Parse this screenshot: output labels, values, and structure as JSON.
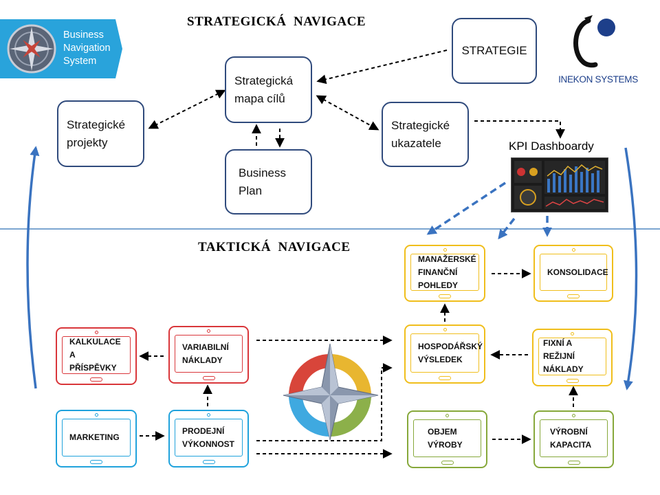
{
  "strategic": {
    "title": "STRATEGICKÁ  NAVIGACE",
    "boxes": {
      "projects": "Strategické\nprojekty",
      "map": "Strategická\nmapa cílů",
      "strategy": "STRATEGIE",
      "indicators": "Strategické\nukazatele",
      "business_plan": "Business\nPlan"
    },
    "kpi_label": "KPI Dashboardy"
  },
  "tactical": {
    "title": "TAKTICKÁ  NAVIGACE",
    "tablets": {
      "manager_views": "MANAŽERSKÉ\nFINANČNÍ\nPOHLEDY",
      "consolidation": "KONSOLIDACE",
      "costing": "KALKULACE\nA PŘÍSPĚVKY",
      "variable_costs": "VARIABILNÍ\nNÁKLADY",
      "economic_result": "HOSPODÁŘSKÝ\nVÝSLEDEK",
      "fixed_costs": "FIXNÍ A REŽIJNÍ\nNÁKLADY",
      "marketing": "MARKETING",
      "sales_performance": "PRODEJNÍ\nVÝKONNOST",
      "production_volume": "OBJEM\nVÝROBY",
      "production_capacity": "VÝROBNÍ\nKAPACITA"
    }
  },
  "logos": {
    "bns": "Business\nNavigation\nSystem",
    "inekon": "INEKON SYSTEMS"
  },
  "colors": {
    "box_border": "#2f4a7c",
    "arrow_blue": "#3a73c0",
    "divider": "#2e6fb4",
    "tablet_red": "#d9363a",
    "tablet_blue": "#1fa2dc",
    "tablet_yellow": "#f0be1b",
    "tablet_green": "#86a83a",
    "bns_blue": "#29a3db",
    "inekon_navy": "#1d3f8a"
  }
}
